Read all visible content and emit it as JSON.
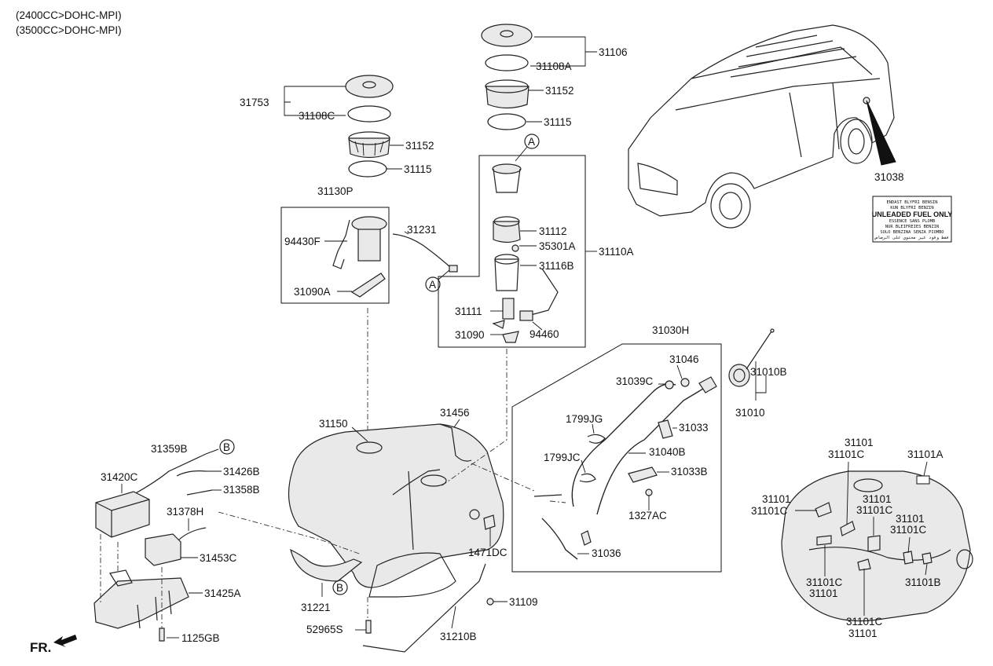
{
  "header": {
    "engine_1": "(2400CC>DOHC-MPI)",
    "engine_2": "(3500CC>DOHC-MPI)"
  },
  "orientation": {
    "label": "FR."
  },
  "callouts": {
    "a": "A",
    "b": "B"
  },
  "labels": {
    "p31753": "31753",
    "p31108C": "31108C",
    "p31152_left": "31152",
    "p31115_left": "31115",
    "p31130P": "31130P",
    "p94430F": "94430F",
    "p31231": "31231",
    "p31090A": "31090A",
    "p31106": "31106",
    "p31108A": "31108A",
    "p31152_right": "31152",
    "p31115_right": "31115",
    "p31112": "31112",
    "p35301A": "35301A",
    "p31110A": "31110A",
    "p31116B": "31116B",
    "p31111": "31111",
    "p94460": "94460",
    "p31090": "31090",
    "p31038": "31038",
    "p31030H": "31030H",
    "p31046": "31046",
    "p31039C": "31039C",
    "p31010B": "31010B",
    "p31010": "31010",
    "p1799JG": "1799JG",
    "p31033": "31033",
    "p1799JC": "1799JC",
    "p31040B": "31040B",
    "p31033B": "31033B",
    "p1327AC": "1327AC",
    "p31036": "31036",
    "p31150": "31150",
    "p31456": "31456",
    "p31359B": "31359B",
    "p31420C": "31420C",
    "p31426B": "31426B",
    "p31358B": "31358B",
    "p31378H": "31378H",
    "p31453C": "31453C",
    "p31425A": "31425A",
    "p1125GB": "1125GB",
    "p1471DC": "1471DC",
    "p31221": "31221",
    "p31109": "31109",
    "p52965S": "52965S",
    "p31210B": "31210B",
    "t_31101_top": "31101",
    "t_31101C_top": "31101C",
    "t_31101A": "31101A",
    "t_31101_l": "31101",
    "t_31101C_l": "31101C",
    "t_31101_m": "31101",
    "t_31101C_m": "31101C",
    "t_31101_r": "31101",
    "t_31101C_r": "31101C",
    "t_31101C_bl": "31101C",
    "t_31101_bl": "31101",
    "t_31101B": "31101B",
    "t_31101C_b": "31101C",
    "t_31101_b": "31101"
  },
  "fuel_warning_label": {
    "line1": "ENDAST BLYFRI BENSIN",
    "line2": "KUN BLYFRI BENZIN",
    "line3": "UNLEADED FUEL ONLY",
    "line4": "ESSENCE SANS PLOMB",
    "line5": "NUR BLEIFREIES BENZIN",
    "line6": "SOLO BENZINA SENZA PIOMBO",
    "line7": "فقط وقود غير محتوي على الرصاص"
  }
}
